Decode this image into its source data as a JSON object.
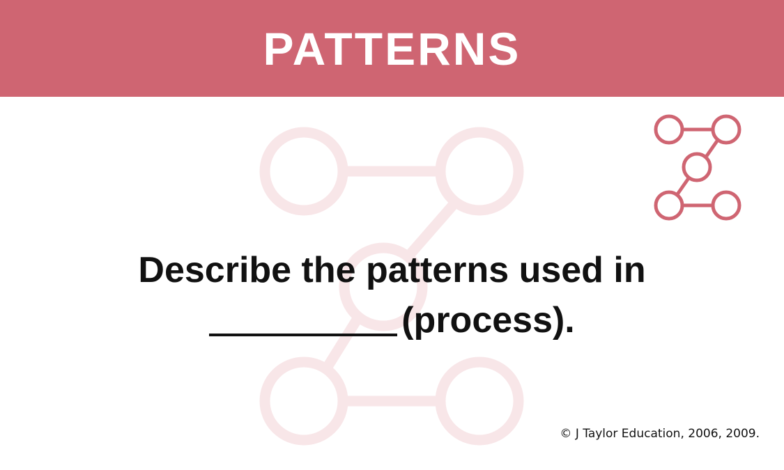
{
  "header": {
    "title": "PATTERNS",
    "background_color": "#cf6572",
    "title_color": "#ffffff"
  },
  "prompt": {
    "line1": "Describe the patterns used in",
    "line2": "(process)."
  },
  "footer": {
    "copyright": "© J Taylor Education, 2006, 2009."
  },
  "icons": {
    "corner_icon": "pattern-nodes-icon",
    "watermark_icon": "pattern-nodes-watermark"
  },
  "colors": {
    "accent": "#cf6572",
    "watermark": "#f8e6e8",
    "text": "#111111"
  }
}
